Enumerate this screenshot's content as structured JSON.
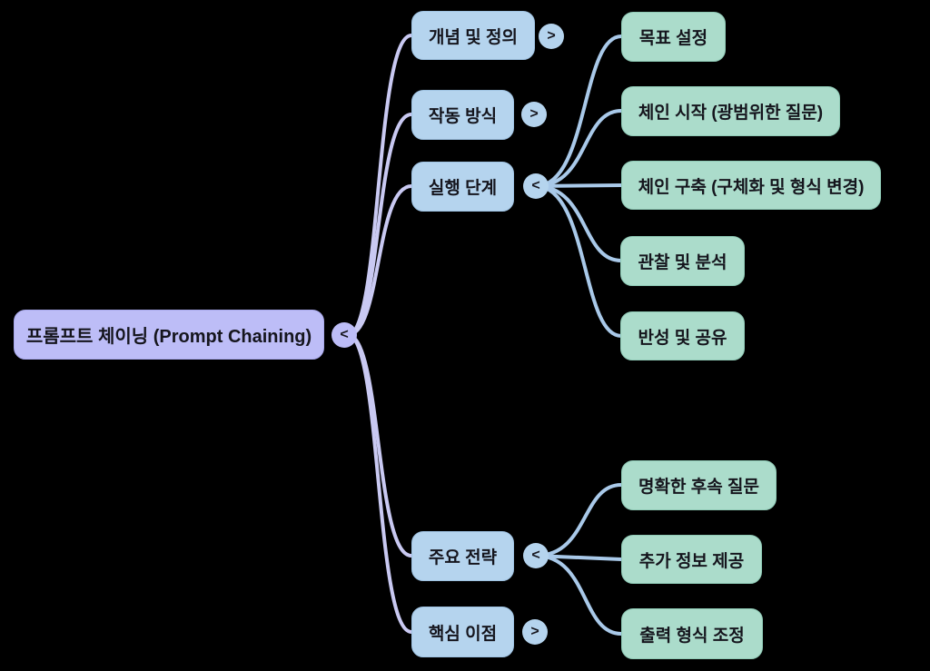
{
  "app": {
    "type": "mindmap",
    "background": "#000000"
  },
  "colors": {
    "root_fill": "#bdbdf7",
    "branch_fill": "#b5d4ee",
    "leaf_fill": "#abdccb",
    "root_link": "#c9c9f2",
    "branch_link": "#a9c9e9",
    "text": "#15151d"
  },
  "nodes": {
    "root": {
      "label": "프롬프트 체이닝 (Prompt Chaining)",
      "toggle": "<"
    },
    "concept": {
      "label": "개념 및 정의",
      "toggle": ">"
    },
    "mechanism": {
      "label": "작동 방식",
      "toggle": ">"
    },
    "steps": {
      "label": "실행 단계",
      "toggle": "<"
    },
    "strategies": {
      "label": "주요 전략",
      "toggle": "<"
    },
    "benefits": {
      "label": "핵심 이점",
      "toggle": ">"
    },
    "goal": {
      "label": "목표 설정"
    },
    "chain_start": {
      "label": "체인 시작 (광범위한 질문)"
    },
    "chain_build": {
      "label": "체인 구축 (구체화 및 형식 변경)"
    },
    "observe": {
      "label": "관찰 및 분석"
    },
    "reflect": {
      "label": "반성 및 공유"
    },
    "followup": {
      "label": "명확한 후속 질문"
    },
    "more_info": {
      "label": "추가 정보 제공"
    },
    "output_format": {
      "label": "출력 형식 조정"
    }
  }
}
